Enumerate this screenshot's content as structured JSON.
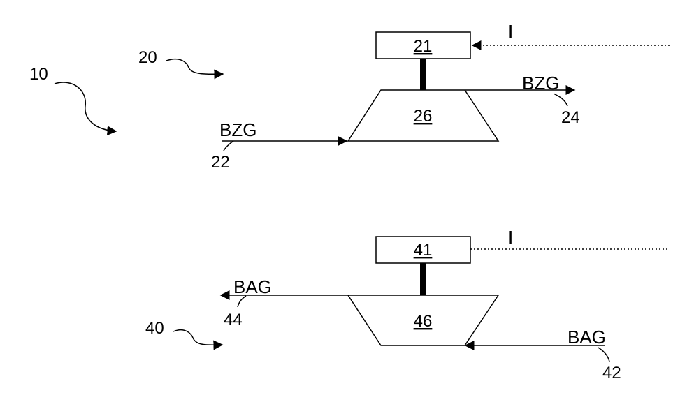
{
  "refs": {
    "system": "10",
    "upper": "20",
    "lower": "40",
    "box_upper": "21",
    "unit_upper": "26",
    "inlet_upper": "22",
    "outlet_upper": "24",
    "box_lower": "41",
    "unit_lower": "46",
    "inlet_lower": "42",
    "outlet_lower": "44"
  },
  "labels": {
    "fuel_in": "BZG",
    "fuel_out": "BZG",
    "exhaust_in": "BAG",
    "exhaust_out": "BAG",
    "signal_upper": "I",
    "signal_lower": "I"
  }
}
